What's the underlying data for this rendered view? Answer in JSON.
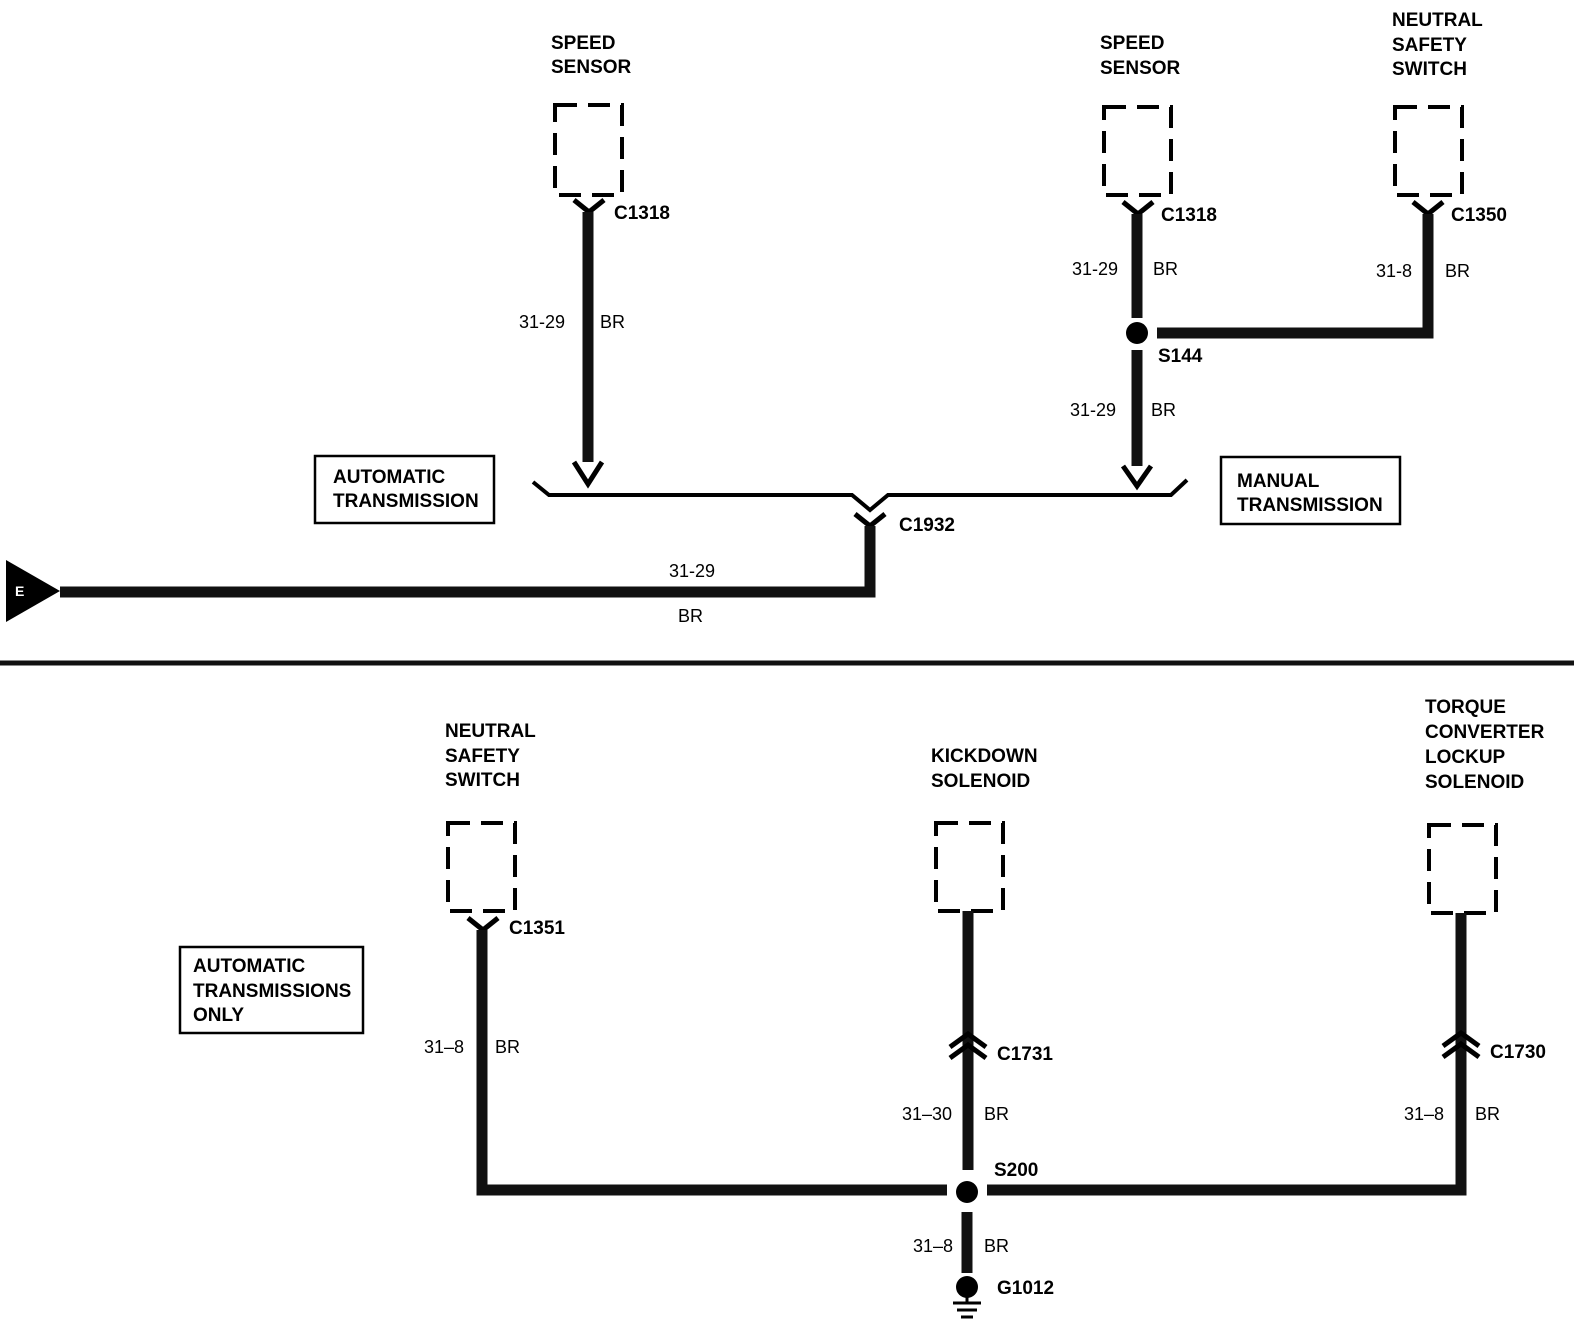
{
  "top": {
    "components": {
      "speed_sensor_auto": {
        "line1": "SPEED",
        "line2": "SENSOR"
      },
      "speed_sensor_manual": {
        "line1": "SPEED",
        "line2": "SENSOR"
      },
      "neutral_safety_switch": {
        "line1": "NEUTRAL",
        "line2": "SAFETY",
        "line3": "SWITCH"
      }
    },
    "connectors": {
      "c1318_auto": "C1318",
      "c1318_manual": "C1318",
      "c1350": "C1350",
      "c1932": "C1932",
      "s144": "S144"
    },
    "wires": {
      "auto_circuit": "31-29",
      "auto_color": "BR",
      "manual_upper_circuit": "31-29",
      "manual_upper_color": "BR",
      "nss_circuit": "31-8",
      "nss_color": "BR",
      "manual_lower_circuit": "31-29",
      "manual_lower_color": "BR",
      "main_circuit": "31-29",
      "main_color": "BR"
    },
    "boxes": {
      "automatic": {
        "line1": "AUTOMATIC",
        "line2": "TRANSMISSION"
      },
      "manual": {
        "line1": "MANUAL",
        "line2": "TRANSMISSION"
      }
    },
    "page_ref": "E"
  },
  "bottom": {
    "components": {
      "neutral_safety_switch": {
        "line1": "NEUTRAL",
        "line2": "SAFETY",
        "line3": "SWITCH"
      },
      "kickdown_solenoid": {
        "line1": "KICKDOWN",
        "line2": "SOLENOID"
      },
      "torque_converter": {
        "line1": "TORQUE",
        "line2": "CONVERTER",
        "line3": "LOCKUP",
        "line4": "SOLENOID"
      }
    },
    "connectors": {
      "c1351": "C1351",
      "c1731": "C1731",
      "c1730": "C1730",
      "s200": "S200",
      "g1012": "G1012"
    },
    "wires": {
      "nss_circuit": "31–8",
      "nss_color": "BR",
      "kickdown_circuit": "31–30",
      "kickdown_color": "BR",
      "tc_circuit": "31–8",
      "tc_color": "BR",
      "ground_circuit": "31–8",
      "ground_color": "BR"
    },
    "box": {
      "line1": "AUTOMATIC",
      "line2": "TRANSMISSIONS",
      "line3": "ONLY"
    }
  }
}
